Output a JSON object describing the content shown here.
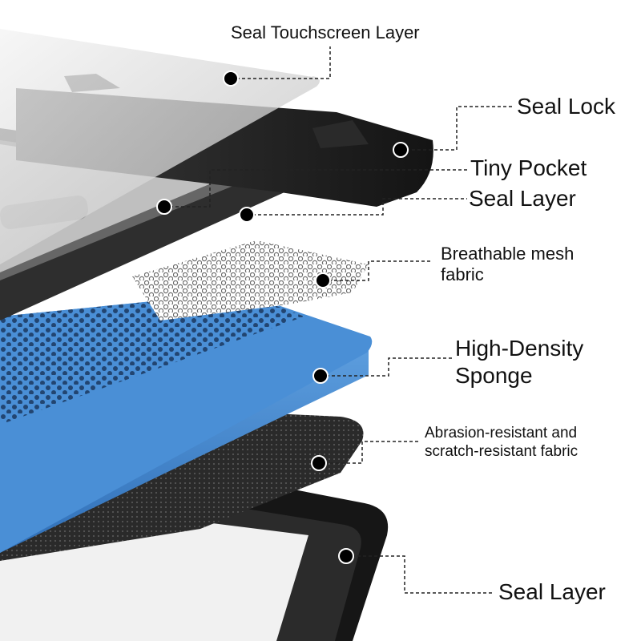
{
  "labels": {
    "seal_touchscreen": "Seal Touchscreen Layer",
    "seal_lock": "Seal Lock",
    "tiny_pocket": "Tiny Pocket",
    "seal_layer_top": "Seal Layer",
    "mesh_fabric": "Breathable mesh\nfabric",
    "sponge": "High-Density\nSponge",
    "abrasion_fabric": "Abrasion-resistant and\nscratch-resistant fabric",
    "seal_layer_bottom": "Seal Layer"
  },
  "colors": {
    "sponge_blue": "#4a8fd6",
    "sponge_blue_dark": "#2f6fb8",
    "frame_black": "#1c1c1c",
    "clear_layer": "#d8d8d8",
    "mesh_grey": "#8a8a8a",
    "fabric_dark": "#2a2a2a",
    "marker": "#000000"
  }
}
